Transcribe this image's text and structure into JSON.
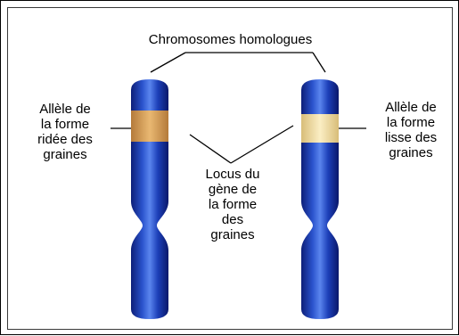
{
  "diagram": {
    "title": "Chromosomes homologues",
    "left_label": "Allèle de\nla forme\nridée des\ngraines",
    "right_label": "Allèle de\nla forme\nlisse des\ngraines",
    "locus_label": "Locus du\ngène de\nla forme\ndes\ngraines",
    "colors": {
      "chromosome": "#1c3fb8",
      "chromosome_highlight": "#5a85ee",
      "chromosome_shadow": "#0d1f78",
      "allele_wrinkled": "#d9a25a",
      "allele_smooth": "#f3e0a8"
    }
  }
}
